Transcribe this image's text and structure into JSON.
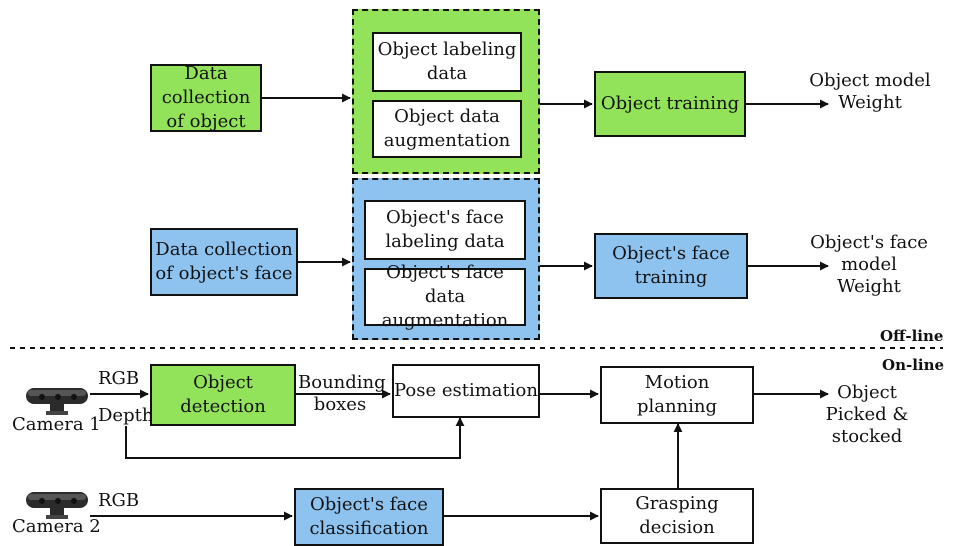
{
  "colors": {
    "green": "#92e35a",
    "blue": "#8ec3f0",
    "line": "#111111"
  },
  "offline": {
    "object_row": {
      "source": "Data collection\nof object",
      "group_items": [
        "Object labeling\ndata",
        "Object data\naugmentation"
      ],
      "training": "Object training",
      "output": "Object model\nWeight"
    },
    "face_row": {
      "source": "Data collection\nof object's face",
      "group_items": [
        "Object's face\nlabeling data",
        "Object's face\ndata augmentation"
      ],
      "training": "Object's face\ntraining",
      "output": "Object's face model\nWeight"
    },
    "label": "Off-line"
  },
  "online": {
    "label": "On-line",
    "camera1": {
      "name": "Camera 1",
      "icon": "depth-camera-icon",
      "rgb": "RGB",
      "depth": "Depth"
    },
    "camera2": {
      "name": "Camera 2",
      "icon": "depth-camera-icon",
      "rgb": "RGB"
    },
    "object_detection": "Object detection",
    "bounding_boxes": "Bounding\nboxes",
    "pose_estimation": "Pose estimation",
    "motion_planning": "Motion planning",
    "output": "Object\nPicked & stocked",
    "face_classification": "Object's face\nclassification",
    "grasping_decision": "Grasping decision"
  }
}
